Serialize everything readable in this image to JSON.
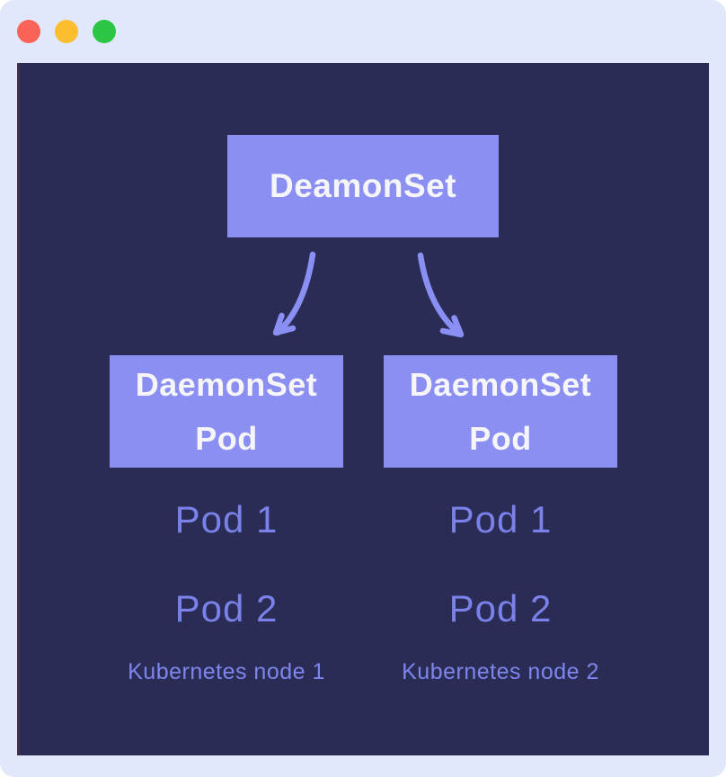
{
  "window": {
    "traffic_lights": {
      "close_color": "#fa6458",
      "minimize_color": "#fcbd2f",
      "zoom_color": "#2dc644"
    },
    "frame_color": "#e2e8fb",
    "canvas_color": "#2a2c55"
  },
  "diagram": {
    "root_label": "DeamonSet",
    "columns": [
      {
        "box_line1": "DaemonSet",
        "box_line2": "Pod",
        "pod1": "Pod 1",
        "pod2": "Pod 2",
        "node_label": "Kubernetes node 1"
      },
      {
        "box_line1": "DaemonSet",
        "box_line2": "Pod",
        "pod1": "Pod 1",
        "pod2": "Pod 2",
        "node_label": "Kubernetes node 2"
      }
    ],
    "colors": {
      "box_bg": "#8b8ff2",
      "box_text": "#f6f6fa",
      "pod_text": "#7a81e8",
      "node_label_text": "#7e86ec",
      "arrow": "#8a90f3"
    }
  }
}
